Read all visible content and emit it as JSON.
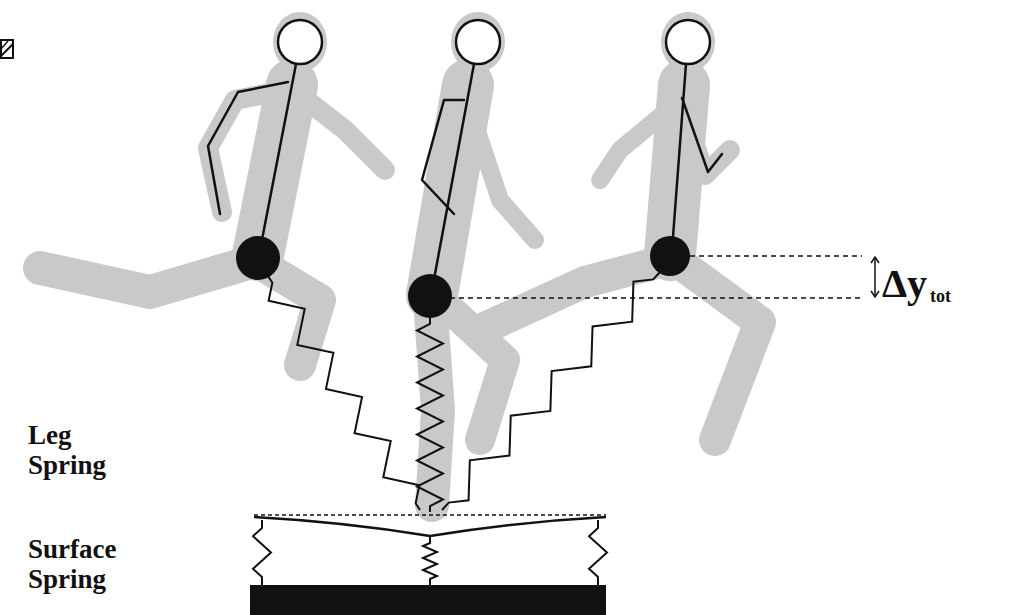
{
  "diagram": {
    "labels": [
      "Leg Spring",
      "Surface Spring",
      "Δy",
      "tot"
    ]
  }
}
